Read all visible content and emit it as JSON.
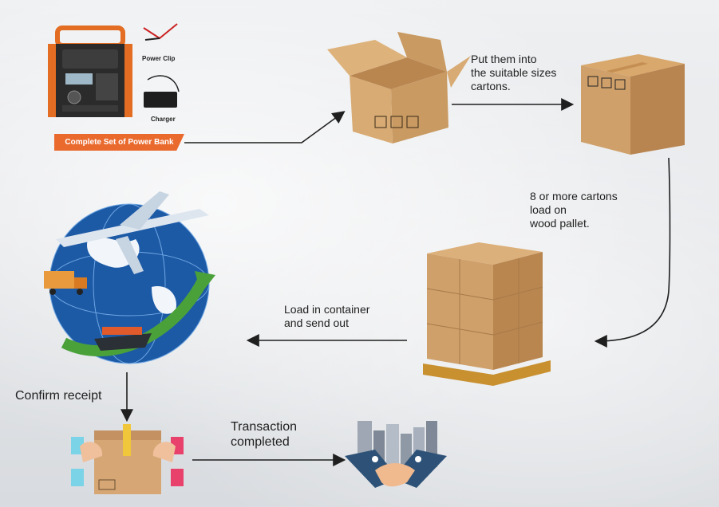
{
  "product": {
    "banner": "Complete Set of Power Bank",
    "accessory_power_clip": "Power Clip",
    "accessory_charger": "Charger"
  },
  "steps": {
    "pack": "Put them into\nthe suitable sizes\ncartons.",
    "pallet": "8 or more cartons\nload on\nwood pallet.",
    "ship": "Load in container\nand send out",
    "confirm": "Confirm receipt",
    "complete": "Transaction\ncompleted"
  },
  "colors": {
    "accent": "#ea6a2e",
    "carton": "#c99a62",
    "arrow": "#1f1f1f",
    "globe": "#1d5aa6"
  }
}
